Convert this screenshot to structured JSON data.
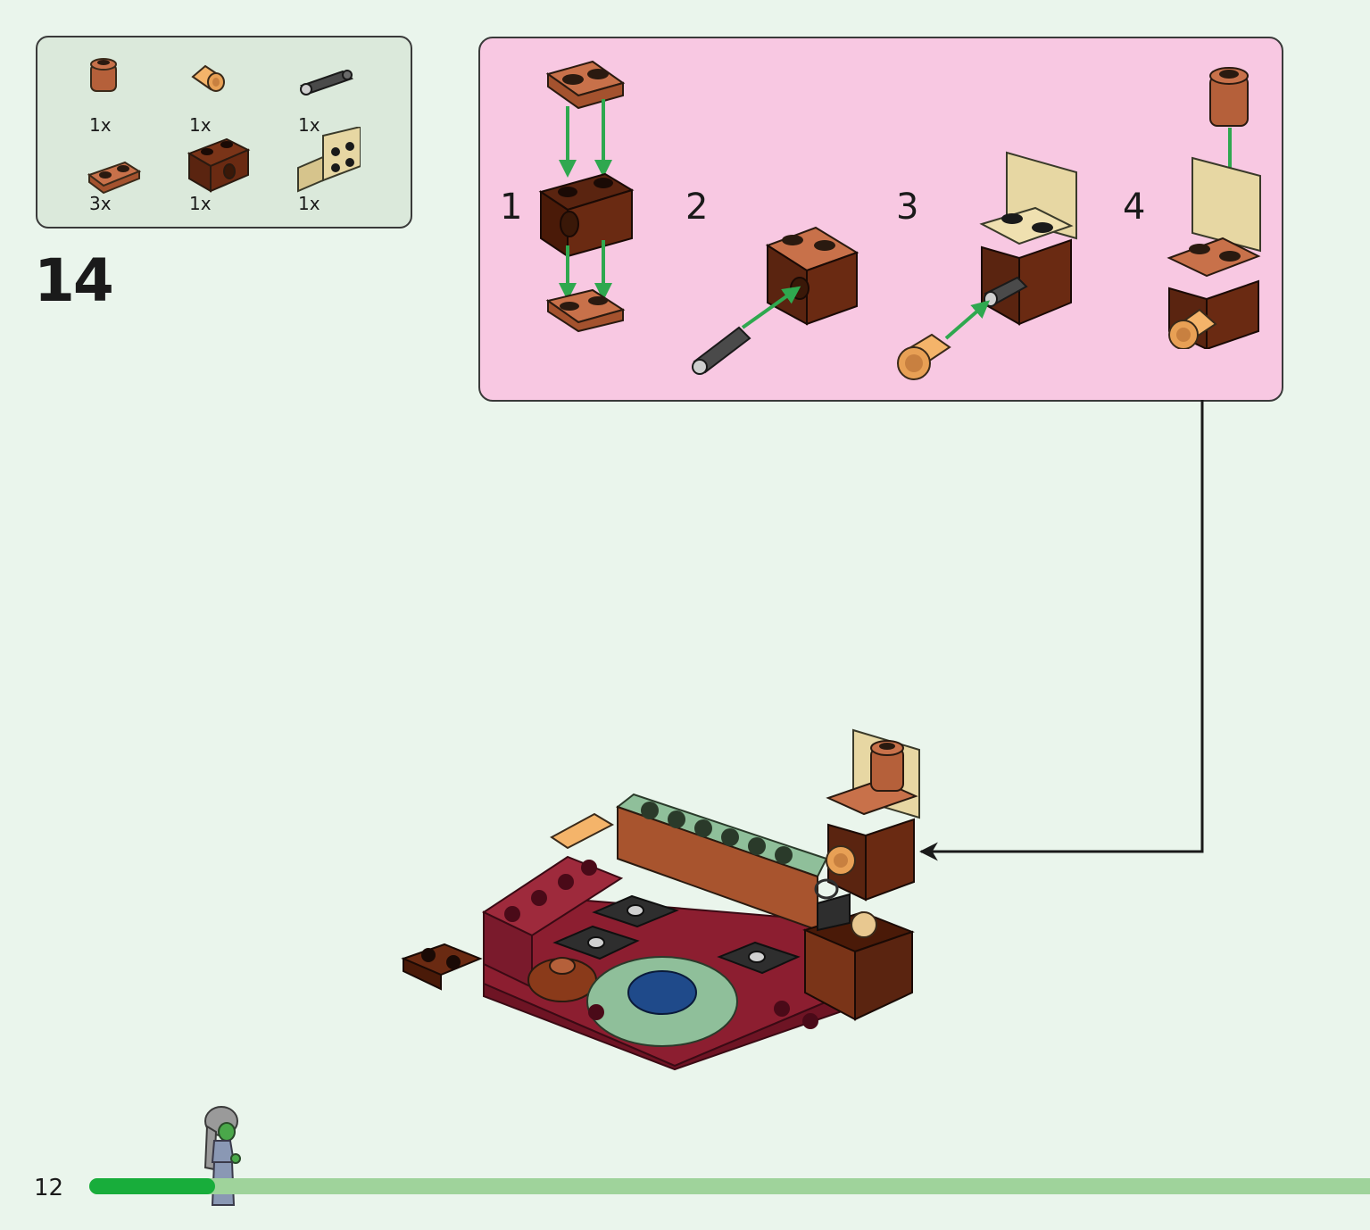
{
  "parts": [
    {
      "id": "round-brick-1x1",
      "qty": "1x",
      "color": "#b5603a"
    },
    {
      "id": "bush-1x1",
      "qty": "1x",
      "color": "#f4b46a"
    },
    {
      "id": "pin-connector",
      "qty": "1x",
      "color": "#3a3a3a"
    },
    {
      "id": "plate-1x2-round",
      "qty": "3x",
      "color": "#b5603a"
    },
    {
      "id": "technic-brick-1x2",
      "qty": "1x",
      "color": "#6a2a12"
    },
    {
      "id": "angle-plate-2x2",
      "qty": "1x",
      "color": "#e7d7a3"
    }
  ],
  "step": {
    "number": "14"
  },
  "substeps": [
    "1",
    "2",
    "3",
    "4"
  ],
  "page": {
    "number": "12"
  },
  "progress": {
    "fraction": 0.098
  },
  "colors": {
    "background": "#eaf5ec",
    "parts_box": "#dbe9db",
    "callout": "#f8c8e2",
    "progress_fill": "#18ad3b",
    "progress_track": "#9fd39b",
    "arrow": "#2fa84f"
  }
}
